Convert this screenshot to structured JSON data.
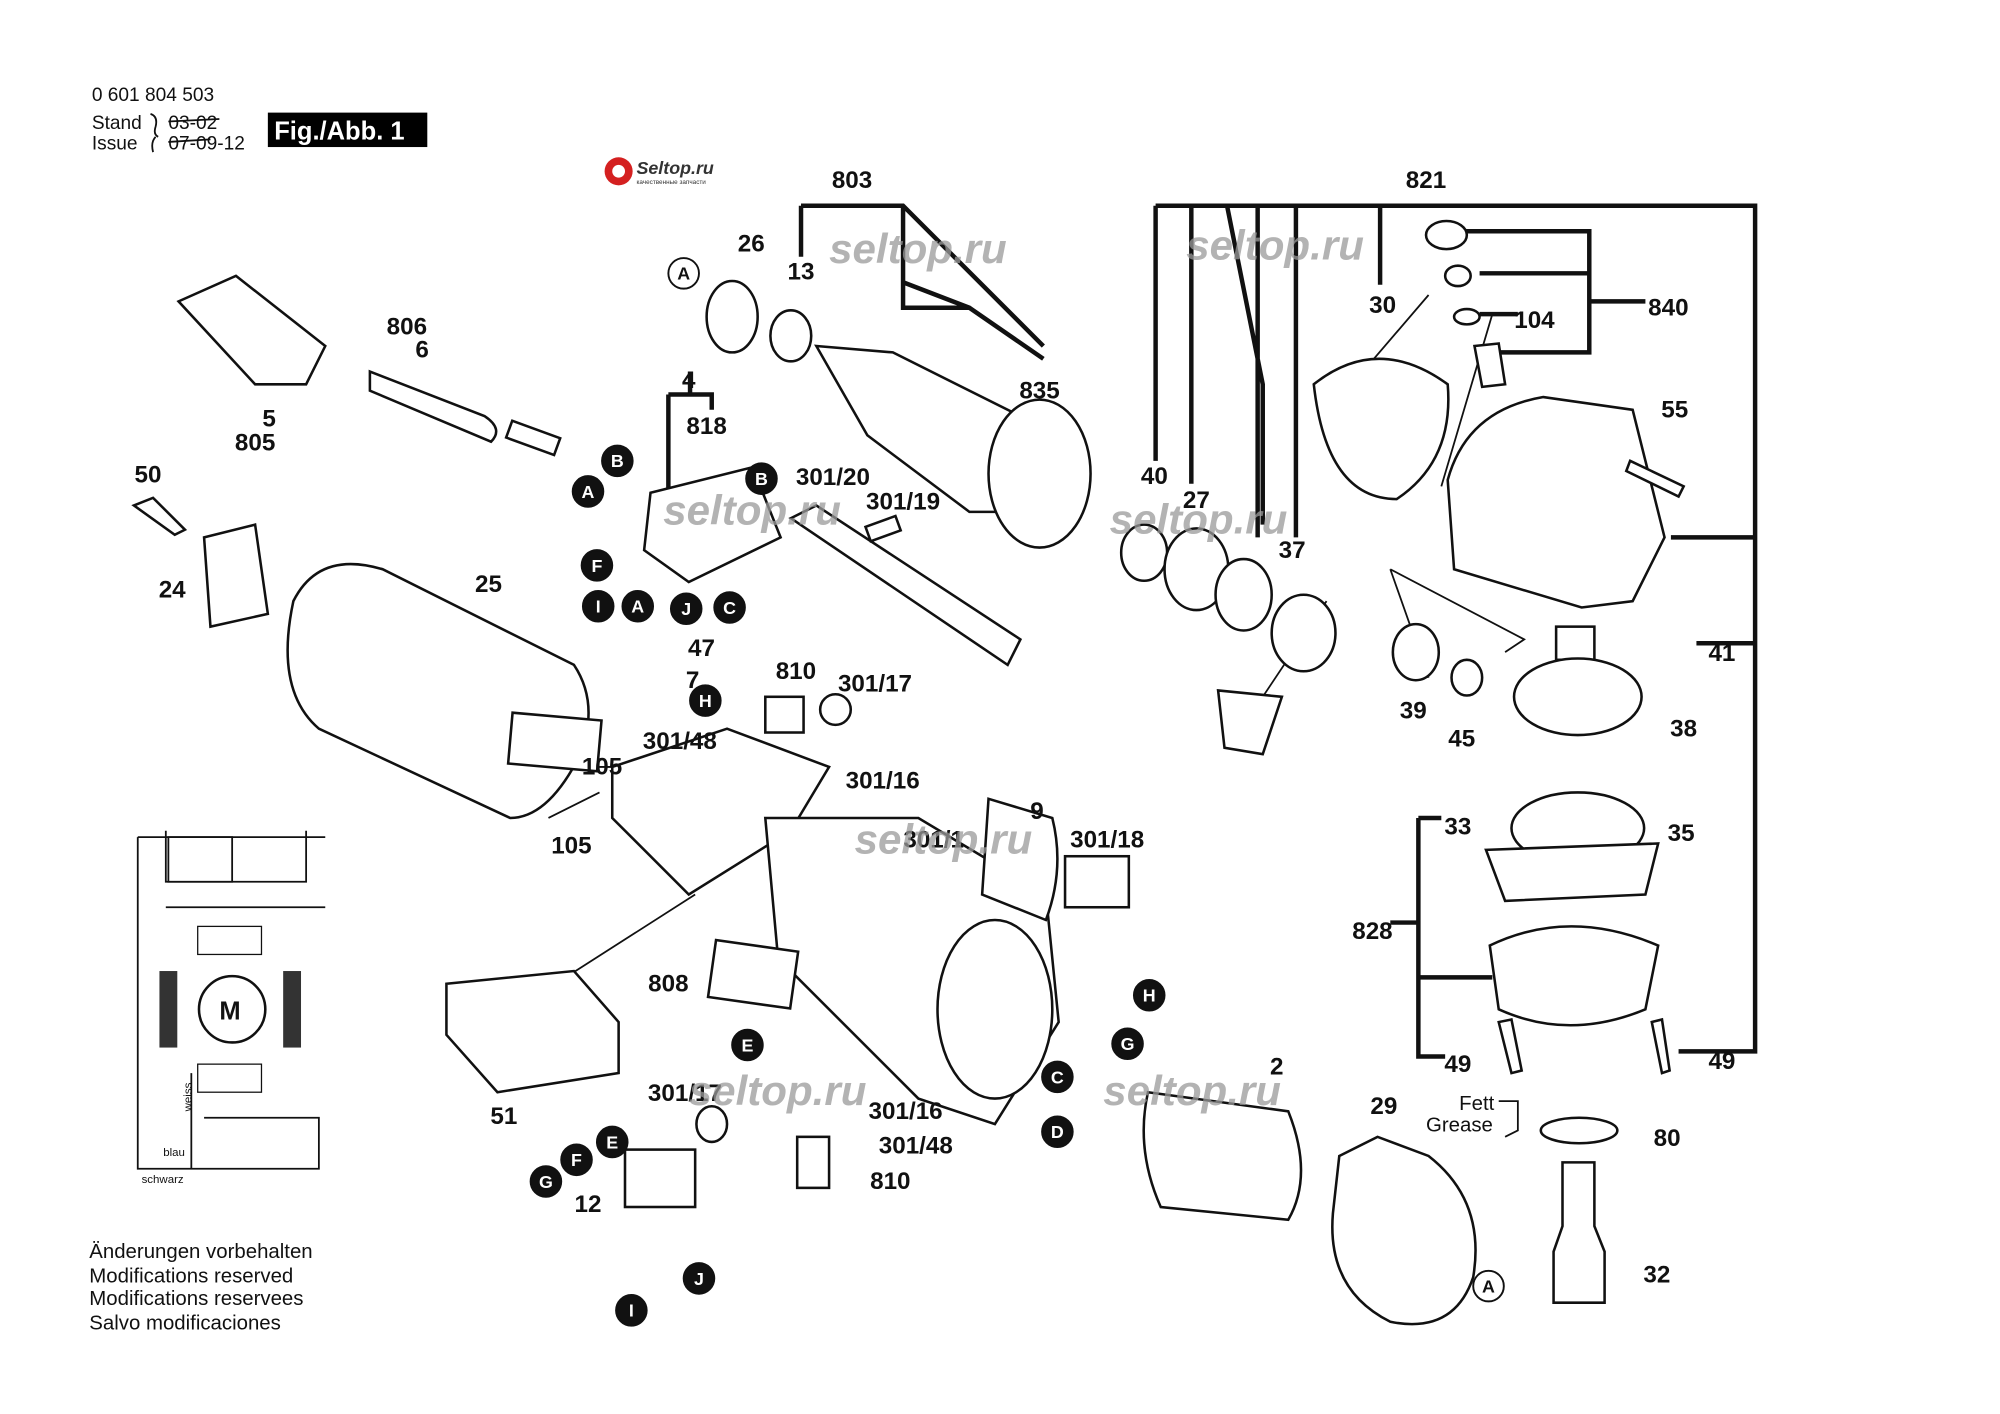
{
  "header": {
    "part_number": "0 601 804 503",
    "stand_label": "Stand",
    "stand_value": "03-02",
    "issue_label": "Issue",
    "issue_value": "07-09-12",
    "figure": "Fig./Abb. 1"
  },
  "logo": {
    "name": "Seltop.ru",
    "tagline": "качественные запчасти"
  },
  "watermark": "seltop.ru",
  "footer": [
    "Änderungen vorbehalten",
    "Modifications reserved",
    "Modifications reservees",
    "Salvo modificaciones"
  ],
  "part_labels": [
    "803",
    "821",
    "26",
    "13",
    "806",
    "6",
    "5",
    "805",
    "4",
    "818",
    "835",
    "30",
    "104",
    "840",
    "55",
    "50",
    "301/20",
    "301/19",
    "40",
    "27",
    "37",
    "24",
    "25",
    "47",
    "7",
    "810",
    "301/17",
    "41",
    "39",
    "45",
    "38",
    "301/48",
    "105",
    "301/16",
    "105",
    "33",
    "35",
    "9",
    "301/18",
    "301/1",
    "828",
    "808",
    "49",
    "49",
    "2",
    "301/17",
    "301/16",
    "29",
    "80",
    "301/48",
    "810",
    "51",
    "12",
    "32"
  ],
  "grease_note": {
    "de": "Fett",
    "en": "Grease"
  },
  "connector_letters": [
    "A",
    "B",
    "A",
    "B",
    "F",
    "I",
    "A",
    "J",
    "C",
    "H",
    "E",
    "H",
    "G",
    "C",
    "D",
    "E",
    "F",
    "G",
    "A",
    "J",
    "I"
  ],
  "schematic": {
    "motor": "M",
    "wire_white": "weiss",
    "wire_blue": "blau",
    "wire_black": "schwarz"
  }
}
